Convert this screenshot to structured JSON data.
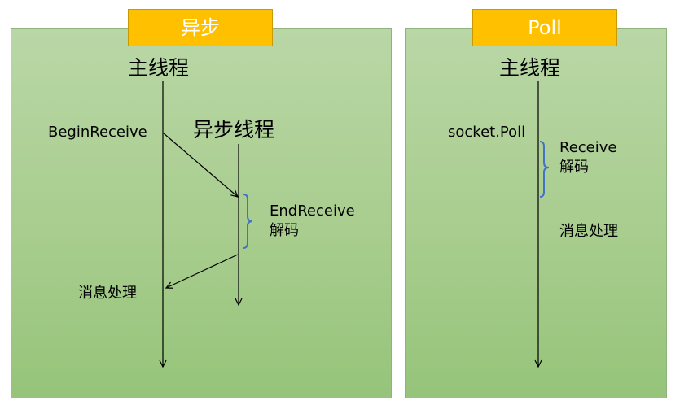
{
  "tabs": {
    "async": "异步",
    "poll": "Poll"
  },
  "async_panel": {
    "main_thread": "主线程",
    "async_thread": "异步线程",
    "begin_receive": "BeginReceive",
    "end_receive": "EndReceive",
    "decode": "解码",
    "process": "消息处理"
  },
  "poll_panel": {
    "main_thread": "主线程",
    "socket_poll": "socket.Poll",
    "receive": "Receive",
    "decode": "解码",
    "process": "消息处理"
  },
  "colors": {
    "tab_fill": "#ffc000",
    "panel_fill": "#a9ce90",
    "bracket": "#4472c4",
    "line": "#000000"
  }
}
